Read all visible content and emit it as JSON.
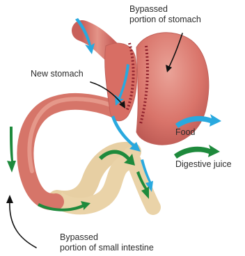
{
  "labels": {
    "bypassed_stomach_line1": "Bypassed",
    "bypassed_stomach_line2": "portion of stomach",
    "new_stomach": "New stomach",
    "food": "Food",
    "digestive_juice": "Digestive juice",
    "bypassed_intestine_line1": "Bypassed",
    "bypassed_intestine_line2": "portion of small intestine"
  },
  "colors": {
    "stomach": "#d9746a",
    "stomach_light": "#eaa398",
    "stomach_dark": "#b85550",
    "intestine": "#ead3a8",
    "staple": "#8e1f2b",
    "food_arrow": "#29a9df",
    "juice_arrow": "#1e8a3c",
    "pointer": "#111111"
  }
}
